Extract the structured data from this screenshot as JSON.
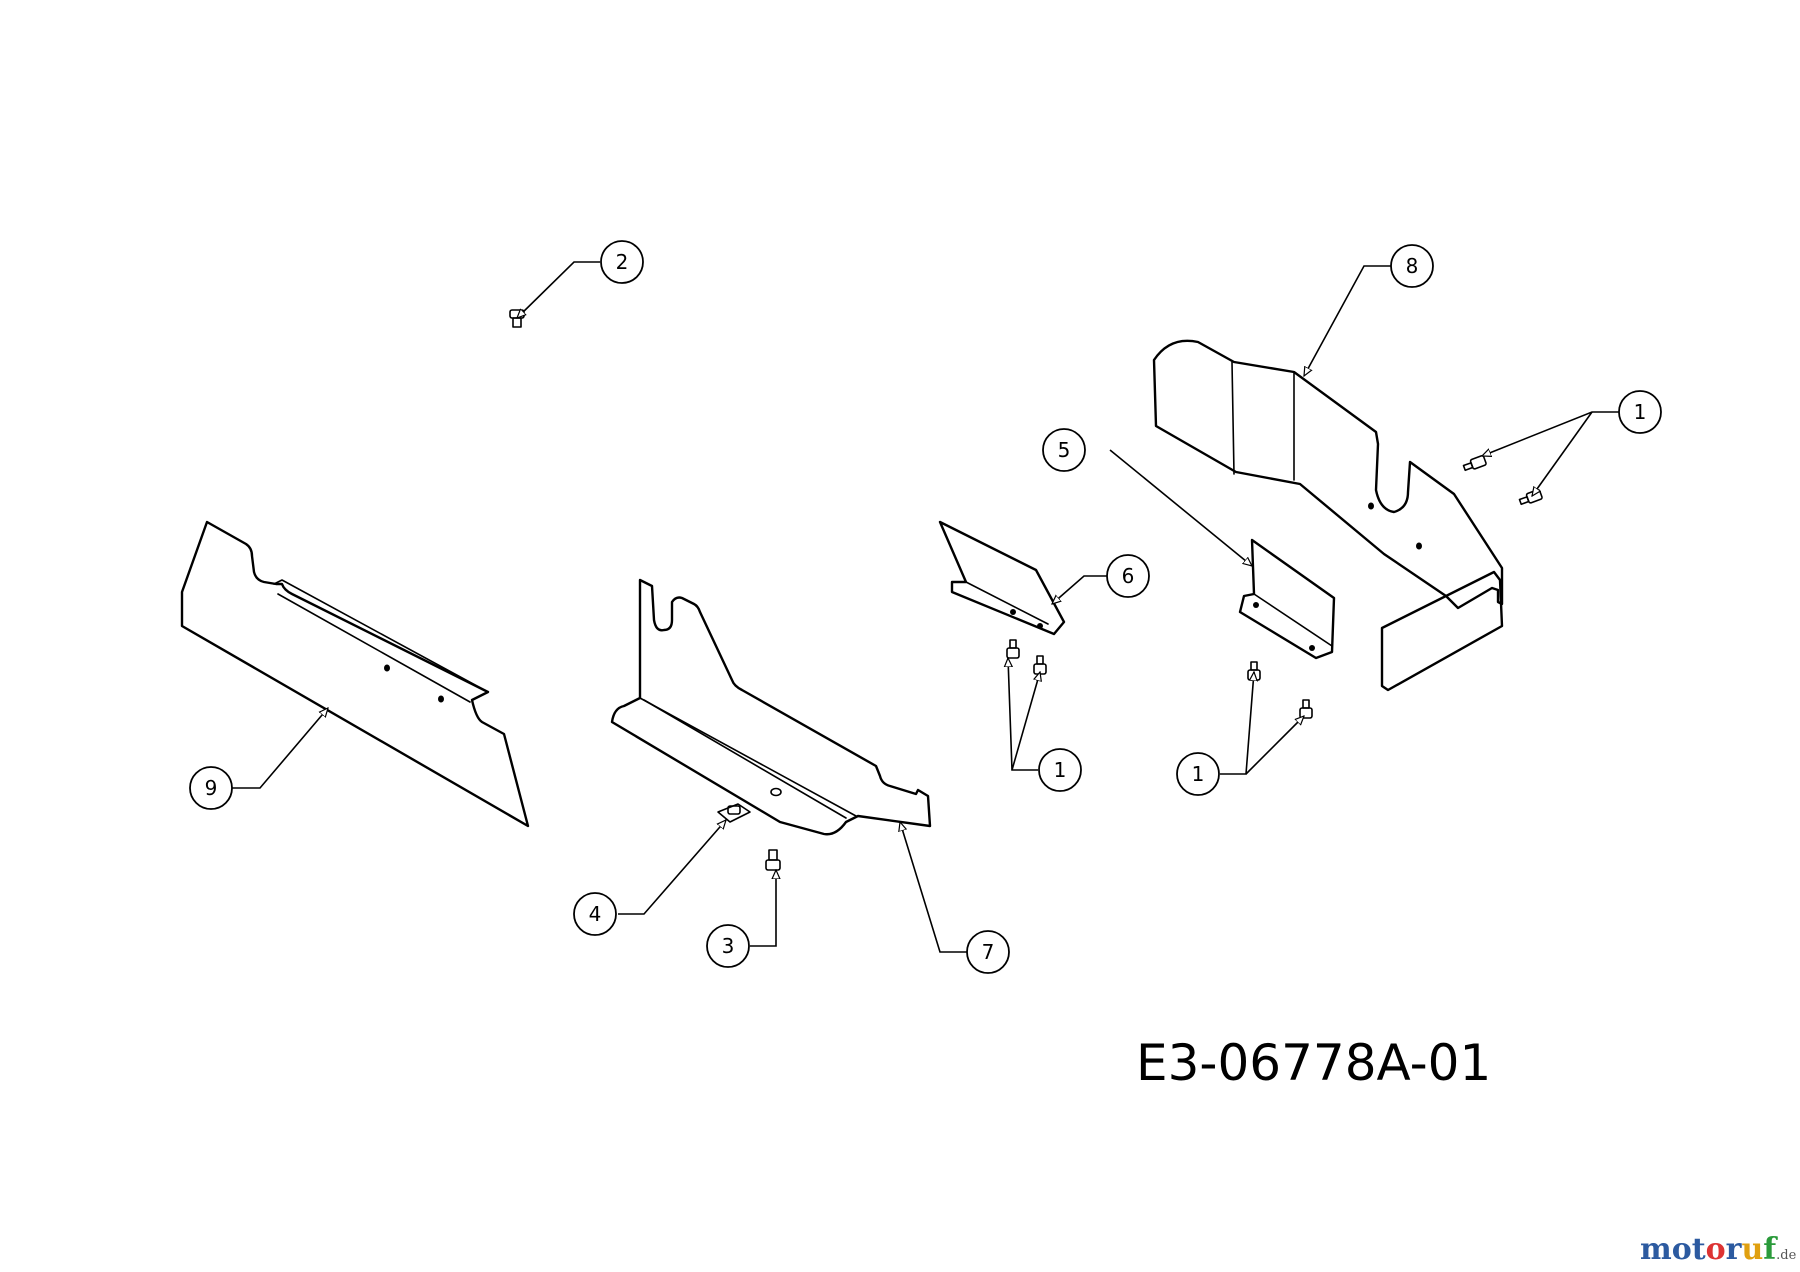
{
  "drawing_number": "E3-06778A-01",
  "watermark": {
    "brand": "motoruf",
    "suffix": ".de"
  },
  "callouts": [
    {
      "id": "callout-2",
      "label": "2"
    },
    {
      "id": "callout-8",
      "label": "8"
    },
    {
      "id": "callout-1-right",
      "label": "1"
    },
    {
      "id": "callout-5",
      "label": "5"
    },
    {
      "id": "callout-6",
      "label": "6"
    },
    {
      "id": "callout-9",
      "label": "9"
    },
    {
      "id": "callout-1-center",
      "label": "1"
    },
    {
      "id": "callout-1-lower-right",
      "label": "1"
    },
    {
      "id": "callout-4",
      "label": "4"
    },
    {
      "id": "callout-3",
      "label": "3"
    },
    {
      "id": "callout-7",
      "label": "7"
    }
  ]
}
